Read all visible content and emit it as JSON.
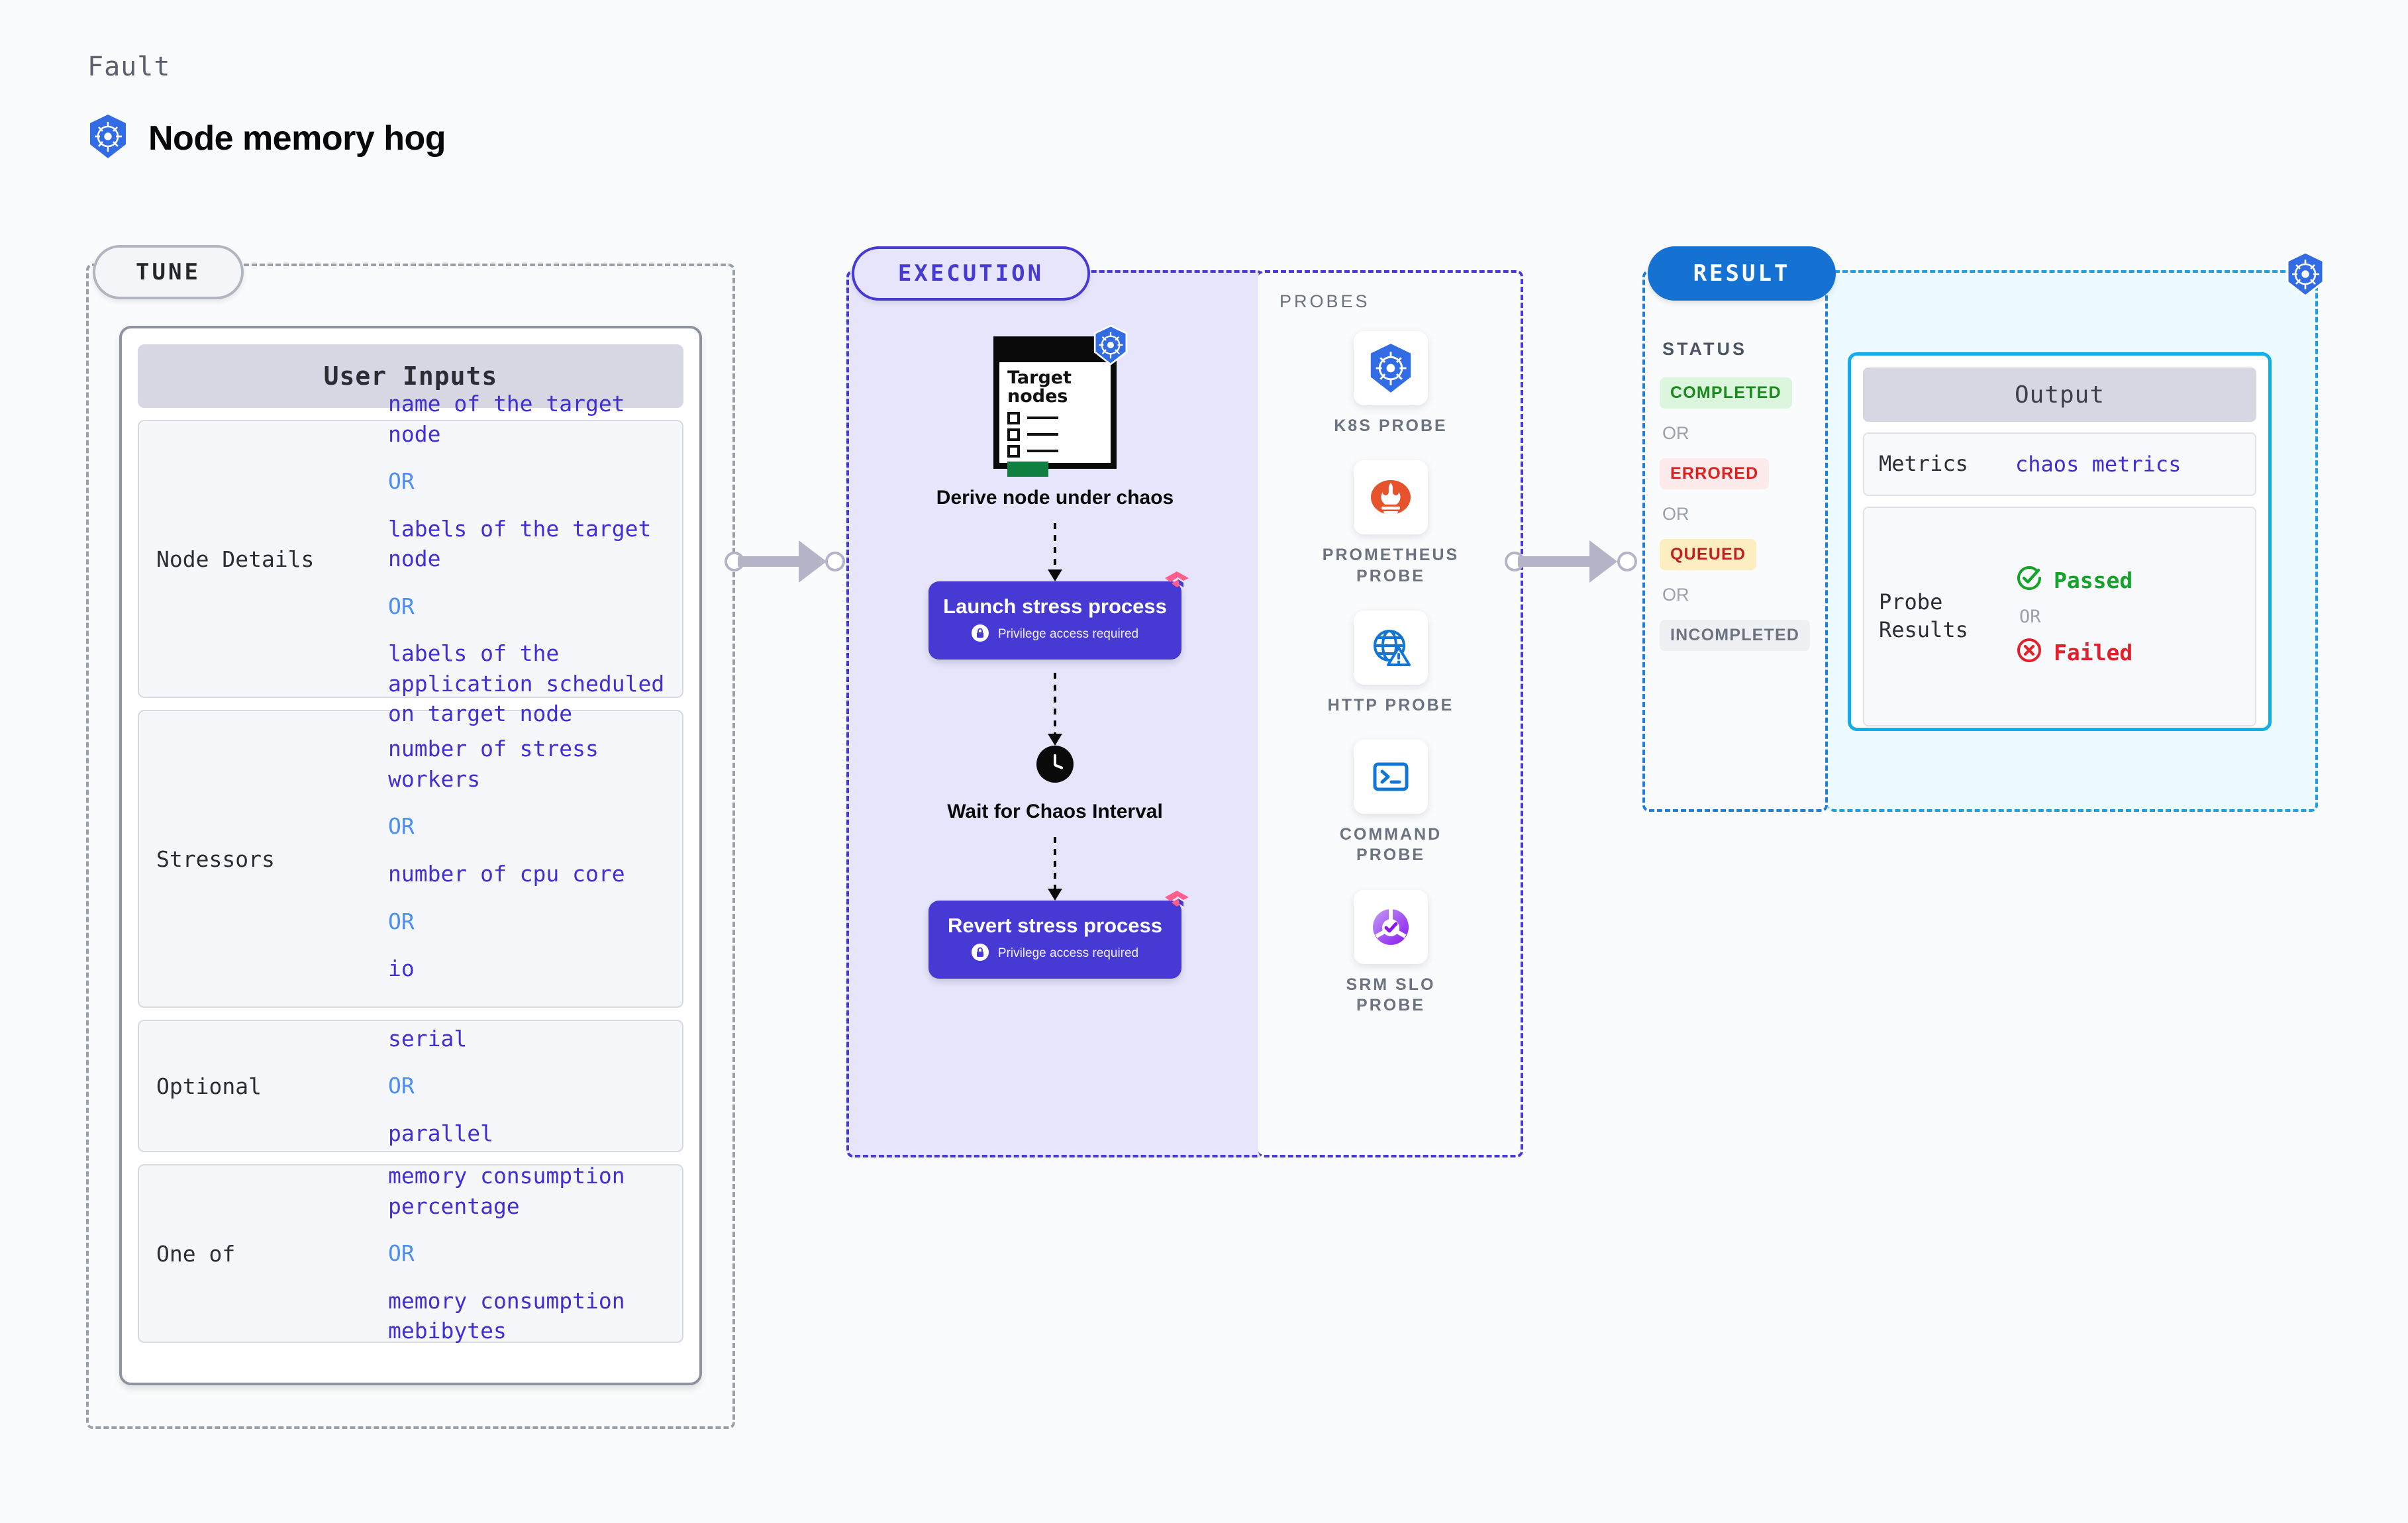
{
  "header": {
    "eyebrow": "Fault",
    "title": "Node memory hog",
    "logo_icon": "kubernetes-icon"
  },
  "tune": {
    "pill_label": "TUNE",
    "card_title": "User Inputs",
    "rows": [
      {
        "key": "Node Details",
        "options": [
          "name of the target node",
          "labels of the target node",
          "labels of the application scheduled on target node"
        ],
        "separator": "OR"
      },
      {
        "key": "Stressors",
        "options": [
          "number of stress workers",
          "number of cpu core",
          "io"
        ],
        "separator": "OR"
      },
      {
        "key": "Optional",
        "options": [
          "serial",
          "parallel"
        ],
        "separator": "OR"
      },
      {
        "key": "One of",
        "options": [
          "memory consumption percentage",
          "memory consumption mebibytes"
        ],
        "separator": "OR"
      }
    ]
  },
  "execution": {
    "pill_label": "EXECUTION",
    "target_card": {
      "title_line1": "Target",
      "title_line2": "nodes",
      "badge_icon": "kubernetes-icon"
    },
    "steps": [
      {
        "label": "Derive node under chaos",
        "type": "caption"
      },
      {
        "label": "Launch stress process",
        "note": "Privilege access required",
        "type": "action",
        "lock_icon": "lock-icon",
        "corner_icon": "harness-icon"
      },
      {
        "label": "Wait for Chaos Interval",
        "type": "caption",
        "icon": "clock-icon"
      },
      {
        "label": "Revert stress process",
        "note": "Privilege access required",
        "type": "action",
        "lock_icon": "lock-icon",
        "corner_icon": "harness-icon"
      }
    ]
  },
  "probes": {
    "title": "PROBES",
    "items": [
      {
        "label": "K8S PROBE",
        "icon": "kubernetes-icon"
      },
      {
        "label": "PROMETHEUS PROBE",
        "icon": "prometheus-icon"
      },
      {
        "label": "HTTP PROBE",
        "icon": "globe-warning-icon"
      },
      {
        "label": "COMMAND PROBE",
        "icon": "terminal-icon"
      },
      {
        "label": "SRM SLO PROBE",
        "icon": "srm-slo-icon"
      }
    ]
  },
  "result": {
    "pill_label": "RESULT",
    "status_title": "STATUS",
    "separator": "OR",
    "badges": [
      {
        "label": "COMPLETED",
        "bg": "#dcf5dd",
        "fg": "#1a8a1f"
      },
      {
        "label": "ERRORED",
        "bg": "#fdeaea",
        "fg": "#d92121"
      },
      {
        "label": "QUEUED",
        "bg": "#fdeec2",
        "fg": "#c02020"
      },
      {
        "label": "INCOMPLETED",
        "bg": "#eff0f4",
        "fg": "#6b7280"
      }
    ]
  },
  "output": {
    "card_title": "Output",
    "metrics_key": "Metrics",
    "metrics_value": "chaos metrics",
    "probe_key": "Probe Results",
    "passed_label": "Passed",
    "failed_label": "Failed",
    "separator": "OR",
    "passed_icon": "check-circle-icon",
    "failed_icon": "x-circle-icon",
    "floating_icon": "kubernetes-icon"
  },
  "colors": {
    "accent_purple": "#4639d4",
    "accent_blue": "#1572d3",
    "accent_cyan": "#12aee8",
    "k8s_blue": "#326ce5",
    "harness_pink": "#ff5e8a"
  }
}
